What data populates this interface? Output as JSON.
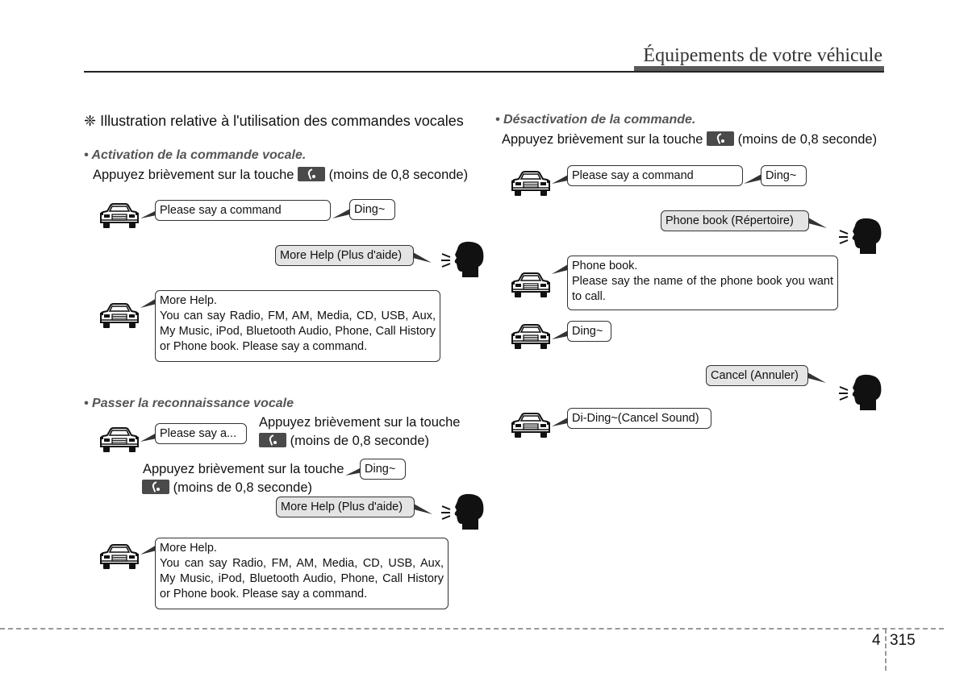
{
  "header": {
    "title": "Équipements de votre véhicule"
  },
  "left": {
    "note_symbol": "❈",
    "note": "Illustration relative à l'utilisation des commandes vocales",
    "section1": {
      "heading": "• Activation de la commande vocale.",
      "instr_pre": "Appuyez brièvement sur la touche",
      "instr_post": "(moins de 0,8 seconde)",
      "b1": "Please say a command",
      "b2": "Ding~",
      "b3": "More Help (Plus d'aide)",
      "b4_l1": "More Help.",
      "b4_l2": "You can say Radio, FM, AM, Media, CD, USB, Aux, My Music, iPod, Bluetooth Audio, Phone, Call History or Phone book. Please say a command."
    },
    "section2": {
      "heading": "• Passer la reconnaissance vocale",
      "b1": "Please say a...",
      "instr1_l1": "Appuyez brièvement sur la touche",
      "instr1_l2": "(moins de 0,8 seconde)",
      "instr2_l1": "Appuyez brièvement sur la touche",
      "instr2_l2": "(moins de 0,8 seconde)",
      "b2": "Ding~",
      "b3": "More Help (Plus d'aide)",
      "b4_l1": "More Help.",
      "b4_l2": "You can say Radio, FM, AM, Media, CD, USB, Aux, My Music, iPod, Bluetooth Audio, Phone, Call History or Phone book. Please say a command."
    }
  },
  "right": {
    "heading": "• Désactivation de la commande.",
    "instr_pre": "Appuyez brièvement sur la touche",
    "instr_post": "(moins de 0,8 seconde)",
    "b1": "Please say a command",
    "b2": "Ding~",
    "b3": "Phone book (Répertoire)",
    "b4_l1": "Phone book.",
    "b4_l2": "Please say the name of the phone book you want to call.",
    "b5": "Ding~",
    "b6": "Cancel (Annuler)",
    "b7": "Di-Ding~(Cancel Sound)"
  },
  "footer": {
    "chapter": "4",
    "page": "315"
  }
}
